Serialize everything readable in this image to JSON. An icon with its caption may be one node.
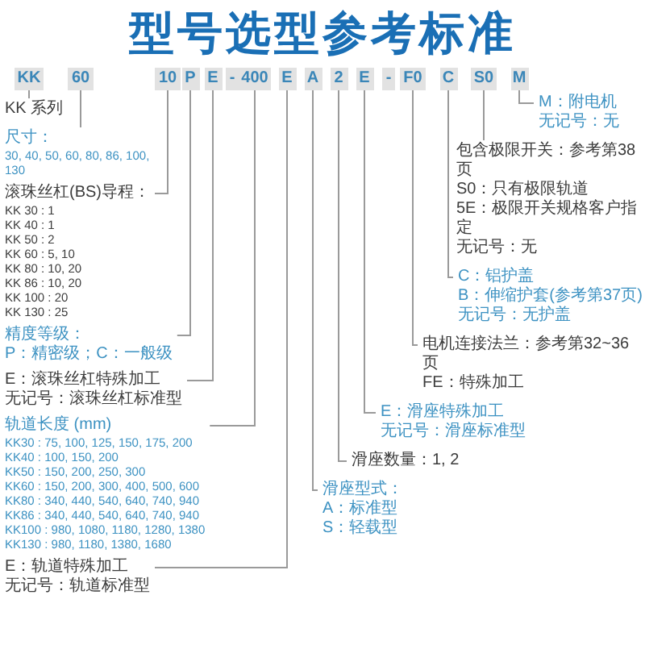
{
  "diagram": {
    "title": "型号选型参考标准",
    "nodes": [
      {
        "text": [
          "KK"
        ]
      },
      {
        "text": [
          "60"
        ]
      },
      {
        "text": [
          "10"
        ]
      },
      {
        "text": [
          "P"
        ]
      },
      {
        "text": [
          "E"
        ]
      },
      {
        "text": [
          "400"
        ]
      },
      {
        "text": [
          "E"
        ]
      },
      {
        "text": [
          "A"
        ]
      },
      {
        "text": [
          "2"
        ]
      },
      {
        "text": [
          "E"
        ]
      },
      {
        "text": [
          "F0"
        ]
      },
      {
        "text": [
          "C"
        ]
      },
      {
        "text": [
          "S0"
        ]
      },
      {
        "text": [
          "M"
        ]
      },
      {
        "text": [
          "KK 系列"
        ]
      },
      {
        "text": [
          "尺寸：",
          "30, 40, 50, 60, 80, 86, 100, 130"
        ]
      },
      {
        "text": [
          "滚珠丝杠(BS)导程：",
          "KK 30 : 1",
          "KK 40 : 1",
          "KK 50 : 2",
          "KK 60 : 5, 10",
          "KK 80 : 10, 20",
          "KK 86 : 10, 20",
          "KK 100 : 20",
          "KK 130 : 25"
        ]
      },
      {
        "text": [
          "精度等级：",
          "P：精密级；C：一般级"
        ]
      },
      {
        "text": [
          "E：滚珠丝杠特殊加工",
          "无记号：滚珠丝杠标准型"
        ]
      },
      {
        "text": [
          "轨道长度 (mm)",
          "KK30 : 75, 100, 125, 150, 175, 200",
          "KK40 : 100, 150, 200",
          "KK50 : 150, 200, 250, 300",
          "KK60 : 150, 200, 300, 400, 500, 600",
          "KK80 : 340, 440, 540, 640, 740, 940",
          "KK86 : 340, 440, 540, 640, 740, 940",
          "KK100 : 980, 1080, 1180, 1280, 1380",
          "KK130 : 980, 1180, 1380, 1680"
        ]
      },
      {
        "text": [
          "E：轨道特殊加工",
          "无记号：轨道标准型"
        ]
      },
      {
        "text": [
          "滑座型式：",
          "A：标准型",
          "S：轻载型"
        ]
      },
      {
        "text": [
          "滑座数量：1, 2"
        ]
      },
      {
        "text": [
          "E：滑座特殊加工",
          "无记号：滑座标准型"
        ]
      },
      {
        "text": [
          "电机连接法兰：参考第32~36页",
          "FE：特殊加工"
        ]
      },
      {
        "text": [
          "C：铝护盖",
          "B：伸缩护套(参考第37页)",
          "无记号：无护盖"
        ]
      },
      {
        "text": [
          "包含极限开关：参考第38页",
          "S0：只有极限轨道",
          "5E：极限开关规格客户指定",
          "无记号：无"
        ]
      },
      {
        "text": [
          "M：附电机",
          "无记号：无"
        ]
      }
    ],
    "edges": [
      {
        "from": 0,
        "to": 14,
        "arrow": "none"
      },
      {
        "from": 1,
        "to": 15,
        "arrow": "none"
      },
      {
        "from": 2,
        "to": 16,
        "arrow": "none"
      },
      {
        "from": 3,
        "to": 17,
        "arrow": "none"
      },
      {
        "from": 4,
        "to": 18,
        "arrow": "none"
      },
      {
        "from": 5,
        "to": 19,
        "arrow": "none"
      },
      {
        "from": 6,
        "to": 20,
        "arrow": "none"
      },
      {
        "from": 7,
        "to": 21,
        "arrow": "none"
      },
      {
        "from": 8,
        "to": 22,
        "arrow": "none"
      },
      {
        "from": 9,
        "to": 23,
        "arrow": "none"
      },
      {
        "from": 10,
        "to": 24,
        "arrow": "none"
      },
      {
        "from": 11,
        "to": 25,
        "arrow": "none"
      },
      {
        "from": 12,
        "to": 26,
        "arrow": "none"
      },
      {
        "from": 13,
        "to": 27,
        "arrow": "none"
      }
    ],
    "labels": [
      "-",
      "-"
    ]
  }
}
